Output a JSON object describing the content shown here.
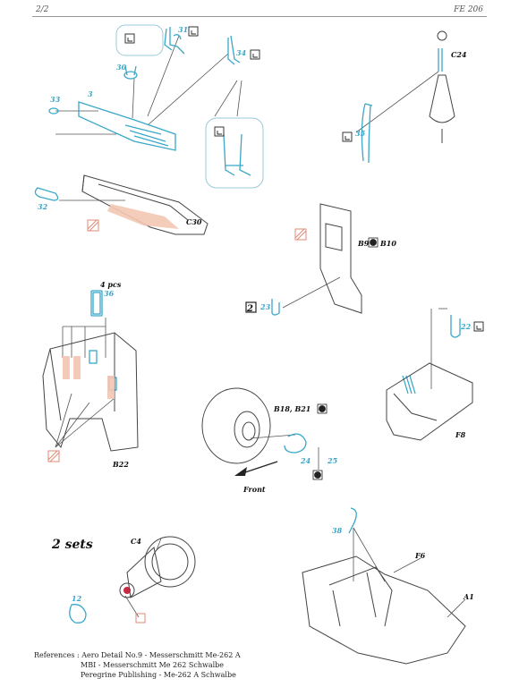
{
  "header": {
    "page": "2/2",
    "code": "FE 206"
  },
  "parts": {
    "p3": "3",
    "p30": "30",
    "p31": "31",
    "p32": "32",
    "p33": "33",
    "p34": "34",
    "p35": "35",
    "p36": "36",
    "p4pcs": "4 pcs",
    "p12": "12",
    "p22": "22",
    "p23": "23",
    "p24": "24",
    "p25": "25",
    "p38": "38"
  },
  "kit_parts": {
    "c30": "C30",
    "c24": "C24",
    "b9": "B9",
    "b10": "B10",
    "b22": "B22",
    "b18": "B18, B21",
    "f8": "F8",
    "c4": "C4",
    "f6": "F6",
    "a1": "A1"
  },
  "labels": {
    "front": "Front",
    "two_sets": "2 sets",
    "num2": "2"
  },
  "references": {
    "prefix": "References :",
    "line1": "Aero Detail No.9 - Messerschmitt Me-262 A",
    "line2": "MBI - Messerschmitt Me 262 Schwalbe",
    "line3": "Peregrine Publishing - Me-262 A Schwalbe"
  },
  "colors": {
    "etch": "#3aa7c9",
    "plastic": "#777777",
    "ink": "#111111"
  }
}
